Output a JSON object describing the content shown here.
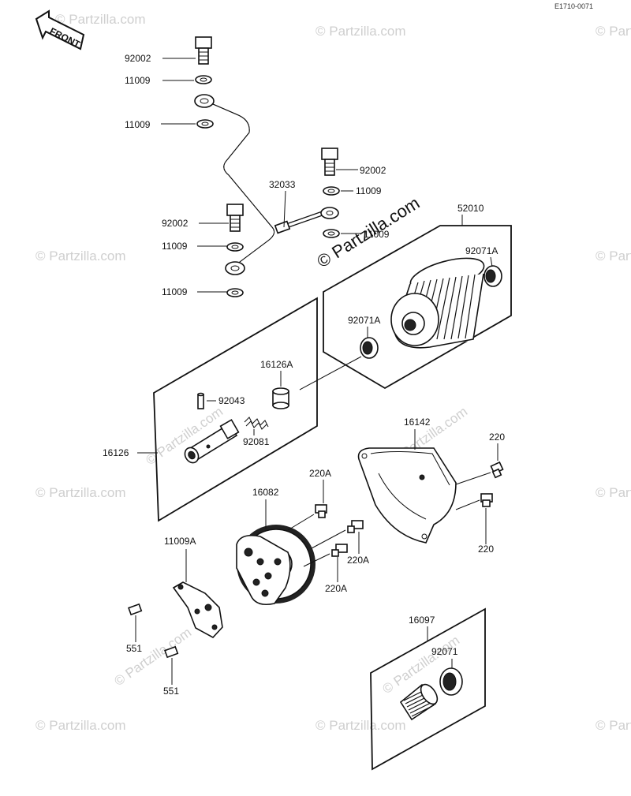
{
  "ref_code": "E1710-0071",
  "front_label": "FRONT",
  "watermark_text": "© Partzilla.com",
  "watermark_big": "© Partzilla.com",
  "labels": {
    "l92002_a": "92002",
    "l11009_a": "11009",
    "l11009_b": "11009",
    "l92002_b": "92002",
    "l11009_c": "11009",
    "l32033": "32033",
    "l92002_c": "92002",
    "l11009_d": "11009",
    "l11009_e": "11009",
    "l11009_f": "11009",
    "l52010": "52010",
    "l92071A_a": "92071A",
    "l92071A_b": "92071A",
    "l16126A": "16126A",
    "l92043": "92043",
    "l92081": "92081",
    "l16126": "16126",
    "l16142": "16142",
    "l220_a": "220",
    "l220A_a": "220A",
    "l16082": "16082",
    "l220A_b": "220A",
    "l220A_c": "220A",
    "l220_b": "220",
    "l11009A": "11009A",
    "l551_a": "551",
    "l551_b": "551",
    "l16097": "16097",
    "l92071": "92071"
  }
}
